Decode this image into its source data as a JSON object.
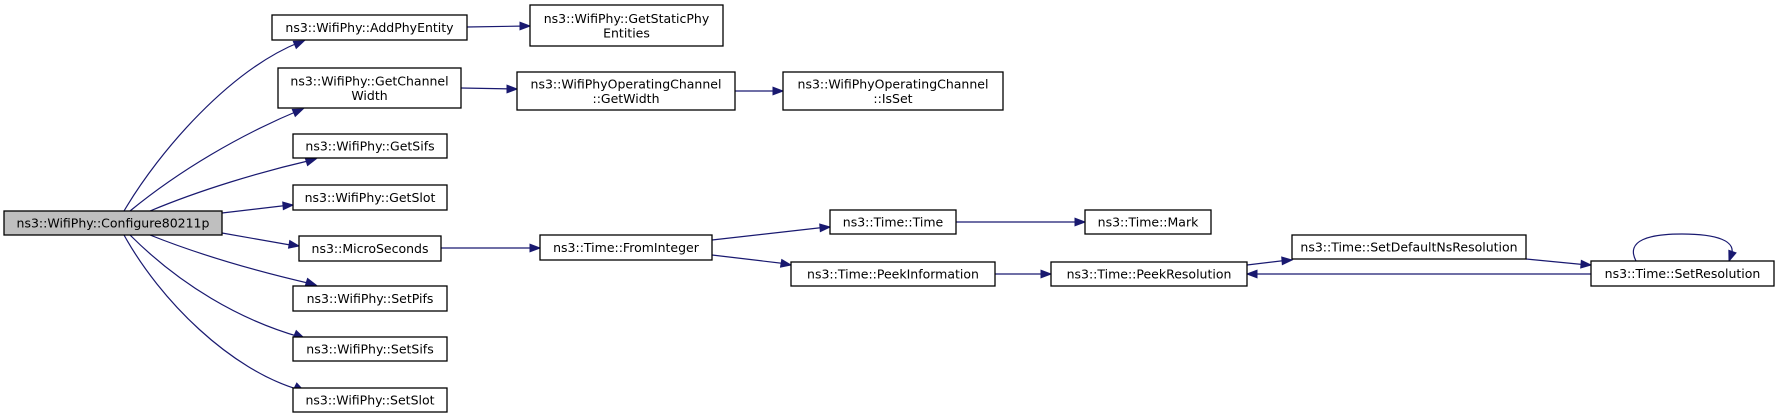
{
  "diagram": {
    "type": "call-graph",
    "colors": {
      "edge": "#191970",
      "root_fill": "#bfbfbf",
      "node_fill": "#ffffff",
      "border": "#000000"
    },
    "nodes": [
      {
        "id": "configure80211p",
        "lines": [
          "ns3::WifiPhy::Configure80211p"
        ],
        "root": true
      },
      {
        "id": "addphyentity",
        "lines": [
          "ns3::WifiPhy::AddPhyEntity"
        ]
      },
      {
        "id": "getstaticphyentities",
        "lines": [
          "ns3::WifiPhy::GetStaticPhy",
          "Entities"
        ]
      },
      {
        "id": "getchannelwidth",
        "lines": [
          "ns3::WifiPhy::GetChannel",
          "Width"
        ]
      },
      {
        "id": "opch-getwidth",
        "lines": [
          "ns3::WifiPhyOperatingChannel",
          "::GetWidth"
        ]
      },
      {
        "id": "opch-isset",
        "lines": [
          "ns3::WifiPhyOperatingChannel",
          "::IsSet"
        ]
      },
      {
        "id": "getsifs",
        "lines": [
          "ns3::WifiPhy::GetSifs"
        ]
      },
      {
        "id": "getslot",
        "lines": [
          "ns3::WifiPhy::GetSlot"
        ]
      },
      {
        "id": "microseconds",
        "lines": [
          "ns3::MicroSeconds"
        ]
      },
      {
        "id": "setpifs",
        "lines": [
          "ns3::WifiPhy::SetPifs"
        ]
      },
      {
        "id": "setsifs",
        "lines": [
          "ns3::WifiPhy::SetSifs"
        ]
      },
      {
        "id": "setslot",
        "lines": [
          "ns3::WifiPhy::SetSlot"
        ]
      },
      {
        "id": "frominteger",
        "lines": [
          "ns3::Time::FromInteger"
        ]
      },
      {
        "id": "time",
        "lines": [
          "ns3::Time::Time"
        ]
      },
      {
        "id": "mark",
        "lines": [
          "ns3::Time::Mark"
        ]
      },
      {
        "id": "peekinformation",
        "lines": [
          "ns3::Time::PeekInformation"
        ]
      },
      {
        "id": "peekresolution",
        "lines": [
          "ns3::Time::PeekResolution"
        ]
      },
      {
        "id": "setdefaultnsresolution",
        "lines": [
          "ns3::Time::SetDefaultNsResolution"
        ]
      },
      {
        "id": "setresolution",
        "lines": [
          "ns3::Time::SetResolution"
        ]
      }
    ],
    "edges": [
      {
        "from": "configure80211p",
        "to": "addphyentity"
      },
      {
        "from": "configure80211p",
        "to": "getchannelwidth"
      },
      {
        "from": "configure80211p",
        "to": "getsifs"
      },
      {
        "from": "configure80211p",
        "to": "getslot"
      },
      {
        "from": "configure80211p",
        "to": "microseconds"
      },
      {
        "from": "configure80211p",
        "to": "setpifs"
      },
      {
        "from": "configure80211p",
        "to": "setsifs"
      },
      {
        "from": "configure80211p",
        "to": "setslot"
      },
      {
        "from": "addphyentity",
        "to": "getstaticphyentities"
      },
      {
        "from": "getchannelwidth",
        "to": "opch-getwidth"
      },
      {
        "from": "opch-getwidth",
        "to": "opch-isset"
      },
      {
        "from": "microseconds",
        "to": "frominteger"
      },
      {
        "from": "frominteger",
        "to": "time"
      },
      {
        "from": "frominteger",
        "to": "peekinformation"
      },
      {
        "from": "time",
        "to": "mark"
      },
      {
        "from": "peekinformation",
        "to": "peekresolution"
      },
      {
        "from": "peekresolution",
        "to": "setdefaultnsresolution"
      },
      {
        "from": "setdefaultnsresolution",
        "to": "setresolution"
      },
      {
        "from": "setresolution",
        "to": "peekresolution"
      },
      {
        "from": "setresolution",
        "to": "setresolution"
      }
    ]
  }
}
